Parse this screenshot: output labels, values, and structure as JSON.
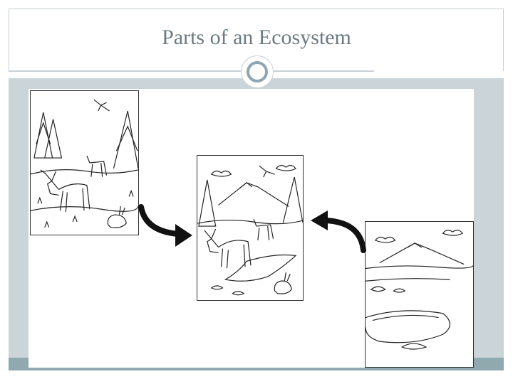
{
  "slide": {
    "title": "Parts of an Ecosystem"
  },
  "colors": {
    "title": "#6b7b83",
    "band": "#cbd4d9",
    "footer": "#8fa9ae",
    "ring": "#8fa6b1"
  },
  "images": [
    {
      "name": "forest-animals-illustration"
    },
    {
      "name": "complete-ecosystem-illustration"
    },
    {
      "name": "landscape-without-animals-illustration"
    }
  ]
}
